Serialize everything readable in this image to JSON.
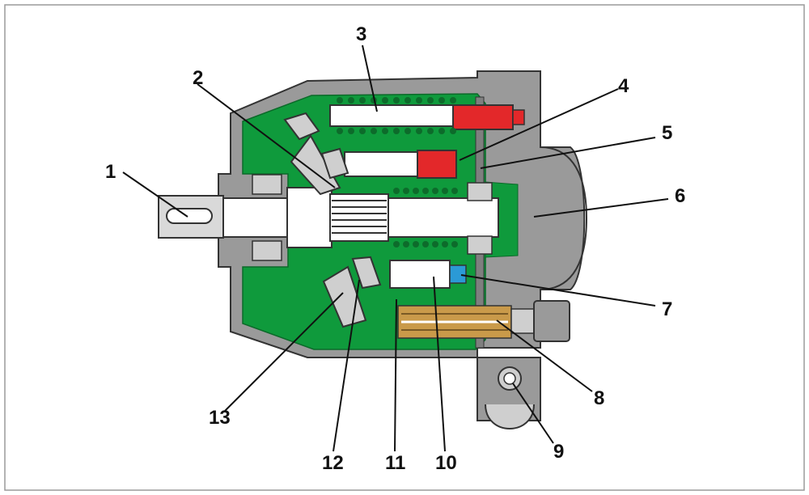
{
  "diagram": {
    "labels": [
      "1",
      "2",
      "3",
      "4",
      "5",
      "6",
      "7",
      "8",
      "9",
      "10",
      "11",
      "12",
      "13"
    ]
  },
  "colors": {
    "housing": "#9a9a9a",
    "housing_dark": "#7f7f7f",
    "oil": "#0f9a3c",
    "piston": "#ffffff",
    "high_pressure": "#e3282a",
    "control": "#2b9ad6",
    "spring": "#0d6b2b",
    "valve_plate": "#c99a4a",
    "leader": "#111111"
  }
}
